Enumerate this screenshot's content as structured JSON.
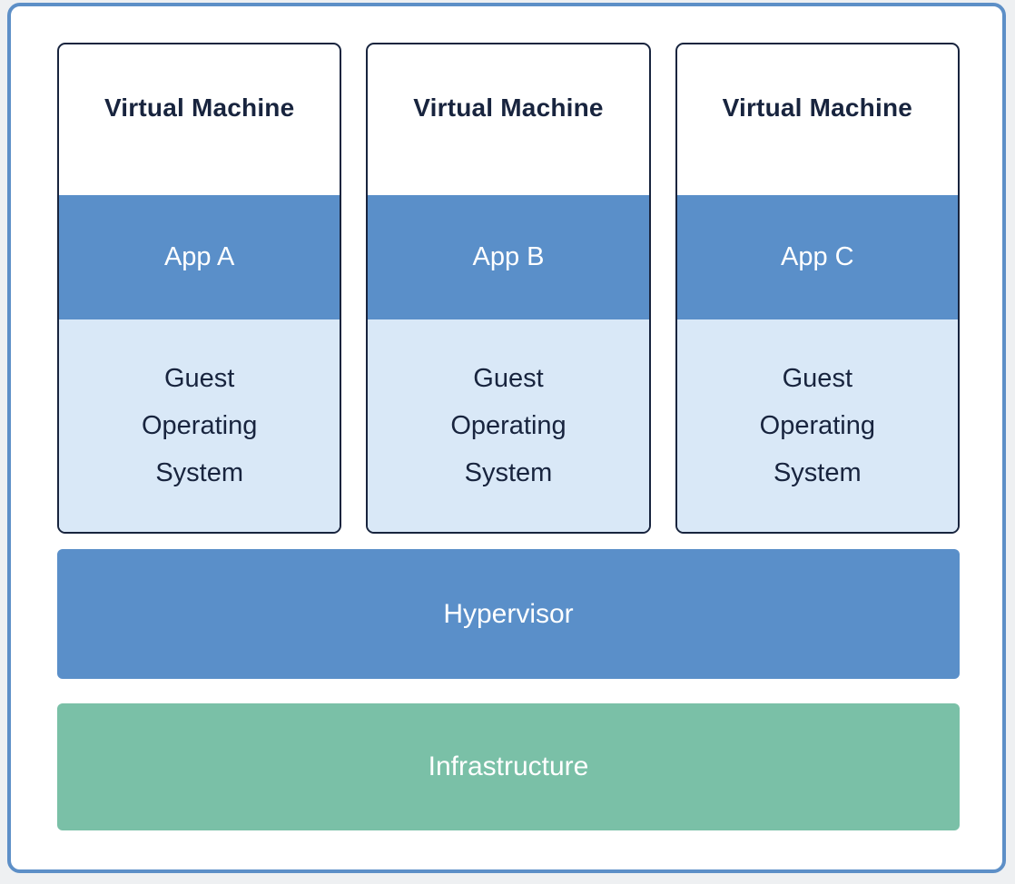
{
  "diagram": {
    "vms": [
      {
        "title": "Virtual Machine",
        "app": "App A",
        "guest_os": "Guest\nOperating\nSystem"
      },
      {
        "title": "Virtual Machine",
        "app": "App B",
        "guest_os": "Guest\nOperating\nSystem"
      },
      {
        "title": "Virtual Machine",
        "app": "App C",
        "guest_os": "Guest\nOperating\nSystem"
      }
    ],
    "hypervisor_label": "Hypervisor",
    "infrastructure_label": "Infrastructure",
    "colors": {
      "accent_blue": "#5a8fc9",
      "light_blue": "#d9e8f7",
      "green": "#7ac0a7",
      "navy": "#18243e",
      "outer_border_blue": "#5d8fc7",
      "page_background": "#eef0f2"
    }
  }
}
